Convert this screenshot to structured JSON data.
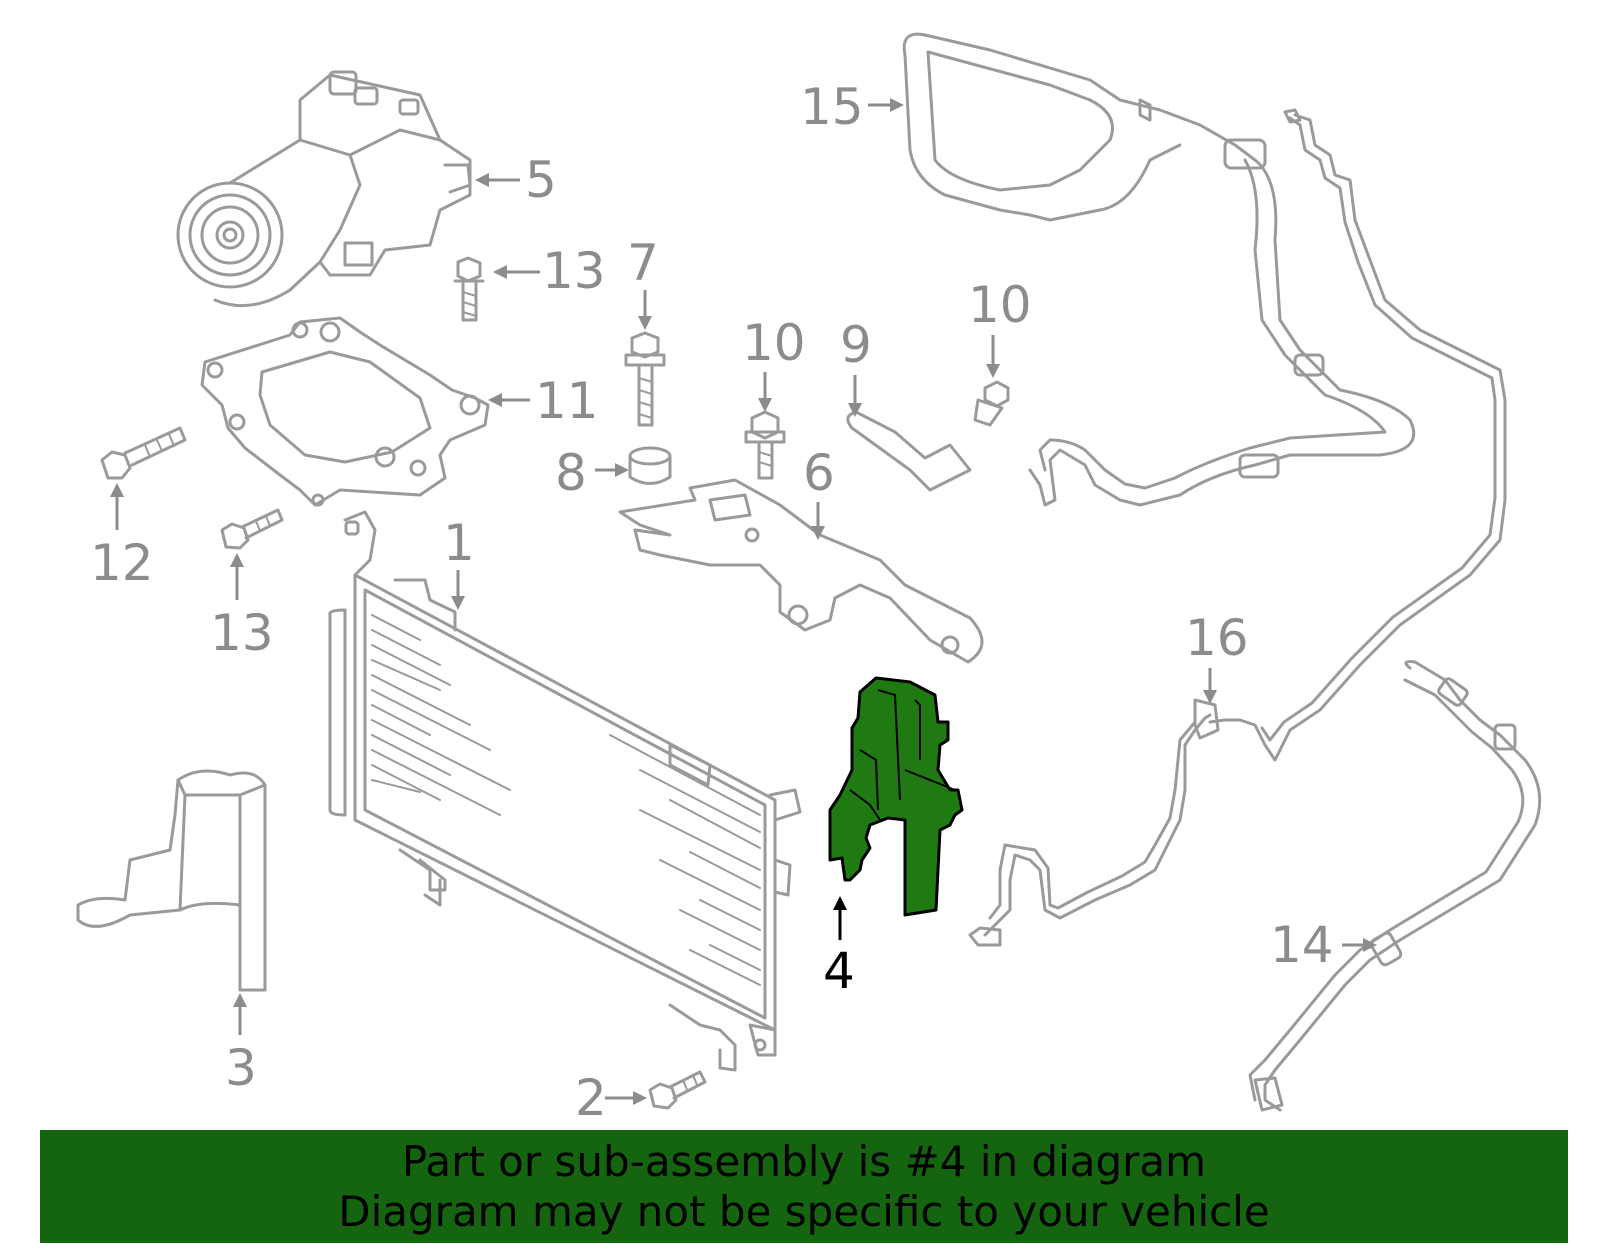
{
  "colors": {
    "highlight_fill": "#1f7a12",
    "banner_fill": "#156510",
    "part_stroke": "#9a9a9a",
    "callout_text": "#8c8c8c",
    "highlight_callout_text": "#000000"
  },
  "highlighted_part": "4",
  "callouts": {
    "c1": "1",
    "c2": "2",
    "c3": "3",
    "c4": "4",
    "c5": "5",
    "c6": "6",
    "c7": "7",
    "c8": "8",
    "c9": "9",
    "c10a": "10",
    "c10b": "10",
    "c11": "11",
    "c12": "12",
    "c13a": "13",
    "c13b": "13",
    "c14": "14",
    "c15": "15",
    "c16": "16"
  },
  "banner": {
    "line1": "Part or sub-assembly is #4 in diagram",
    "line2": "Diagram may not be specific to your vehicle"
  }
}
